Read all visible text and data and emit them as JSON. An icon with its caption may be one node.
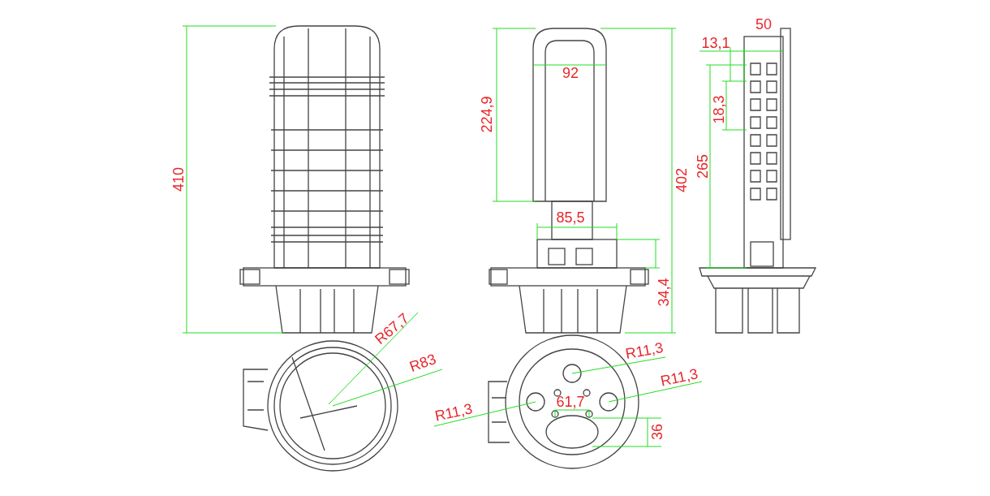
{
  "diagram": {
    "labels": [
      "410",
      "224,9",
      "92",
      "402",
      "85,5",
      "34,4",
      "13,1",
      "50",
      "18,3",
      "265",
      "R67,7",
      "R83",
      "R11,3",
      "R11,3",
      "61,7",
      "R11,3",
      "36"
    ]
  }
}
